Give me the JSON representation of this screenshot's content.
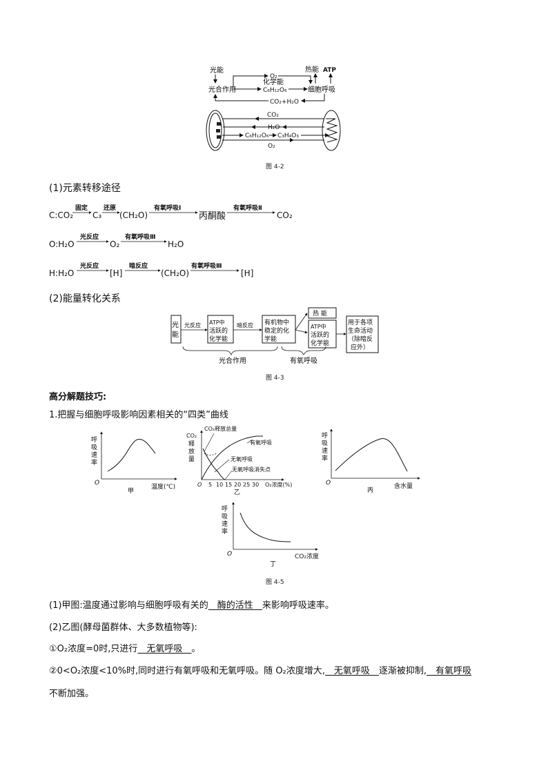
{
  "fig42": {
    "top": {
      "light": "光能",
      "photosynthesis": "光合作用",
      "o2": "O₂",
      "chem_energy": "化学能",
      "glucose": "C₆H₁₂O₆",
      "heat": "热能",
      "atp": "ATP",
      "respiration": "细胞呼吸",
      "co2_h2o": "CO₂+H₂O"
    },
    "bottom": {
      "co2": "CO₂",
      "h2o": "H₂O",
      "glucose": "C₆H₁₂O₆",
      "pyruvate": "C₃H₄O₃",
      "o2": "O₂"
    },
    "caption": "图 4-2"
  },
  "section1": {
    "heading": "(1)元素转移途径",
    "c_path": {
      "start": "C:CO₂",
      "steps": [
        {
          "label": "固定",
          "product": "C₃"
        },
        {
          "label": "还原",
          "product": "(CH₂O)"
        },
        {
          "label": "有氧呼吸Ⅰ",
          "product": "丙酮酸"
        },
        {
          "label": "有氧呼吸Ⅱ",
          "product": "CO₂"
        }
      ]
    },
    "o_path": {
      "start": "O:H₂O",
      "steps": [
        {
          "label": "光反应",
          "product": "O₂"
        },
        {
          "label": "有氧呼吸Ⅲ",
          "product": "H₂O"
        }
      ]
    },
    "h_path": {
      "start": "H:H₂O",
      "steps": [
        {
          "label": "光反应",
          "product": "[H]"
        },
        {
          "label": "暗反应",
          "product": "(CH₂O)"
        },
        {
          "label": "有氧呼吸Ⅲ",
          "product": "[H]"
        }
      ]
    }
  },
  "section2": {
    "heading": "(2)能量转化关系",
    "boxes": {
      "light": "光能",
      "atp_active_1": "ATP中活跃的化学能",
      "organic_stable": "有机物中稳定的化学能",
      "heat": "热  能",
      "atp_active_2": "ATP中活跃的化学能",
      "life_activities": "用于各项生命活动（除暗反应外）"
    },
    "arrows": {
      "light_reaction": "光反应",
      "dark_reaction": "暗反应"
    },
    "braces": {
      "photosynthesis": "光合作用",
      "aerobic": "有氧呼吸"
    },
    "caption": "图 4-3"
  },
  "tips": {
    "heading": "高分解题技巧:",
    "item1": "1.把握与细胞呼吸影响因素相关的“四类”曲线"
  },
  "chart_data": [
    {
      "type": "line",
      "title": "甲",
      "xlabel": "温度(℃)",
      "ylabel": "呼吸速率",
      "origin": "O",
      "x": [
        0,
        1,
        2,
        3,
        4,
        5,
        6,
        7
      ],
      "series": [
        {
          "name": "呼吸速率",
          "values": [
            0.15,
            0.35,
            0.65,
            0.9,
            0.98,
            0.88,
            0.72,
            0.6
          ]
        }
      ]
    },
    {
      "type": "line",
      "title": "乙",
      "xlabel": "O₂浓度(%)",
      "ylabel": "CO₂释放量",
      "origin": "O",
      "x_ticks": [
        0,
        5,
        10,
        15,
        20,
        25,
        30
      ],
      "series": [
        {
          "name": "CO₂释放总量",
          "x": [
            0,
            2,
            5,
            7,
            10
          ],
          "values": [
            0.75,
            0.6,
            0.52,
            0.55,
            0.6
          ]
        },
        {
          "name": "有氧呼吸",
          "x": [
            0,
            5,
            10,
            15,
            20,
            25,
            30
          ],
          "values": [
            0,
            0.32,
            0.6,
            0.78,
            0.9,
            0.96,
            0.98
          ]
        },
        {
          "name": "无氧呼吸",
          "x": [
            0,
            2,
            5,
            8,
            10
          ],
          "values": [
            0.75,
            0.45,
            0.2,
            0.05,
            0
          ]
        }
      ],
      "annotations": [
        "CO₂释放总量",
        "有氧呼吸",
        "无氧呼吸",
        "无氧呼吸消失点"
      ]
    },
    {
      "type": "line",
      "title": "丙",
      "xlabel": "含水量",
      "ylabel": "呼吸速率",
      "origin": "O",
      "x": [
        0,
        1,
        2,
        3,
        4,
        5,
        6,
        7
      ],
      "series": [
        {
          "name": "呼吸速率",
          "values": [
            0.2,
            0.45,
            0.68,
            0.85,
            0.95,
            0.92,
            0.6,
            0.15
          ]
        }
      ]
    },
    {
      "type": "line",
      "title": "丁",
      "xlabel": "CO₂浓度",
      "ylabel": "呼吸速率",
      "origin": "O",
      "x": [
        0,
        1,
        2,
        3,
        4,
        5,
        6
      ],
      "series": [
        {
          "name": "呼吸速率",
          "values": [
            0.85,
            0.5,
            0.32,
            0.24,
            0.2,
            0.2,
            0.2
          ]
        }
      ]
    }
  ],
  "fig45_caption": "图 4-5",
  "answers": {
    "p1_pre": "(1)甲图:温度通过影响与细胞呼吸有关的",
    "p1_blank": "　酶的活性　",
    "p1_post": "来影响呼吸速率。",
    "p2": "(2)乙图(酵母菌群体、大多数植物等):",
    "p3_pre": "①O₂浓度=0时,只进行",
    "p3_blank": "　无氧呼吸　",
    "p3_post": "。",
    "p4_pre": "②0<O₂浓度<10%时,同时进行有氧呼吸和无氧呼吸。随 O₂浓度增大,",
    "p4_blank1": "　无氧呼吸　",
    "p4_mid": "逐渐被抑制,",
    "p4_blank2": "　有氧呼吸",
    "p5": "不断加强。"
  }
}
